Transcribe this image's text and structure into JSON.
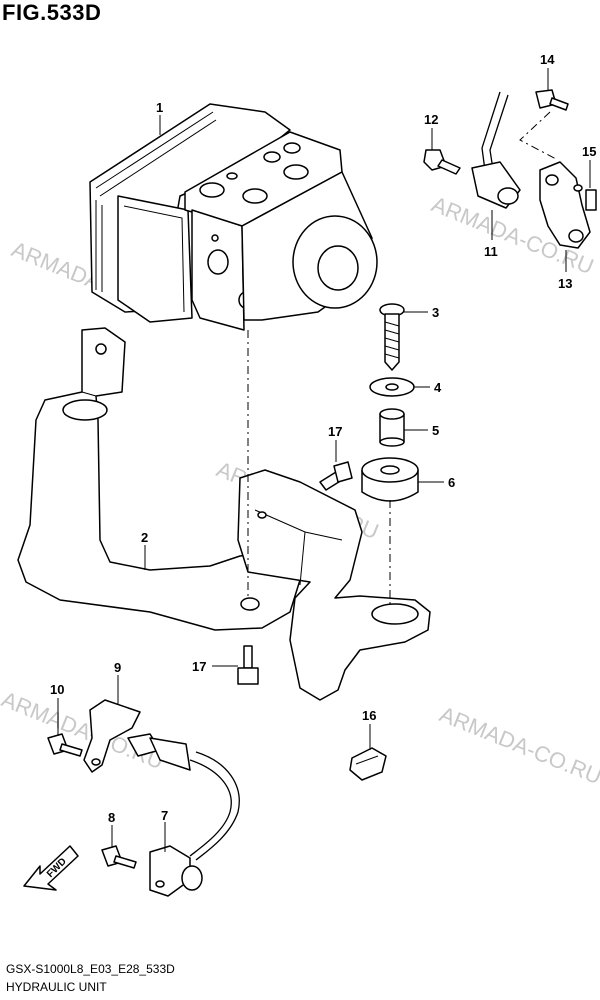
{
  "title": "FIG.533D",
  "footer": {
    "code": "GSX-S1000L8_E03_E28_533D",
    "name": "HYDRAULIC UNIT"
  },
  "watermarks": [
    "ARMADA-CO.RU",
    "ARMADA-CO.RU",
    "ARMADA-CO.RU",
    "ARMADA-CO.RU",
    "ARMADA-CO.RU"
  ],
  "fwd_label": "FWD",
  "callouts": [
    "1",
    "2",
    "3",
    "4",
    "5",
    "6",
    "7",
    "8",
    "9",
    "10",
    "11",
    "12",
    "13",
    "14",
    "15",
    "16",
    "17",
    "17"
  ]
}
